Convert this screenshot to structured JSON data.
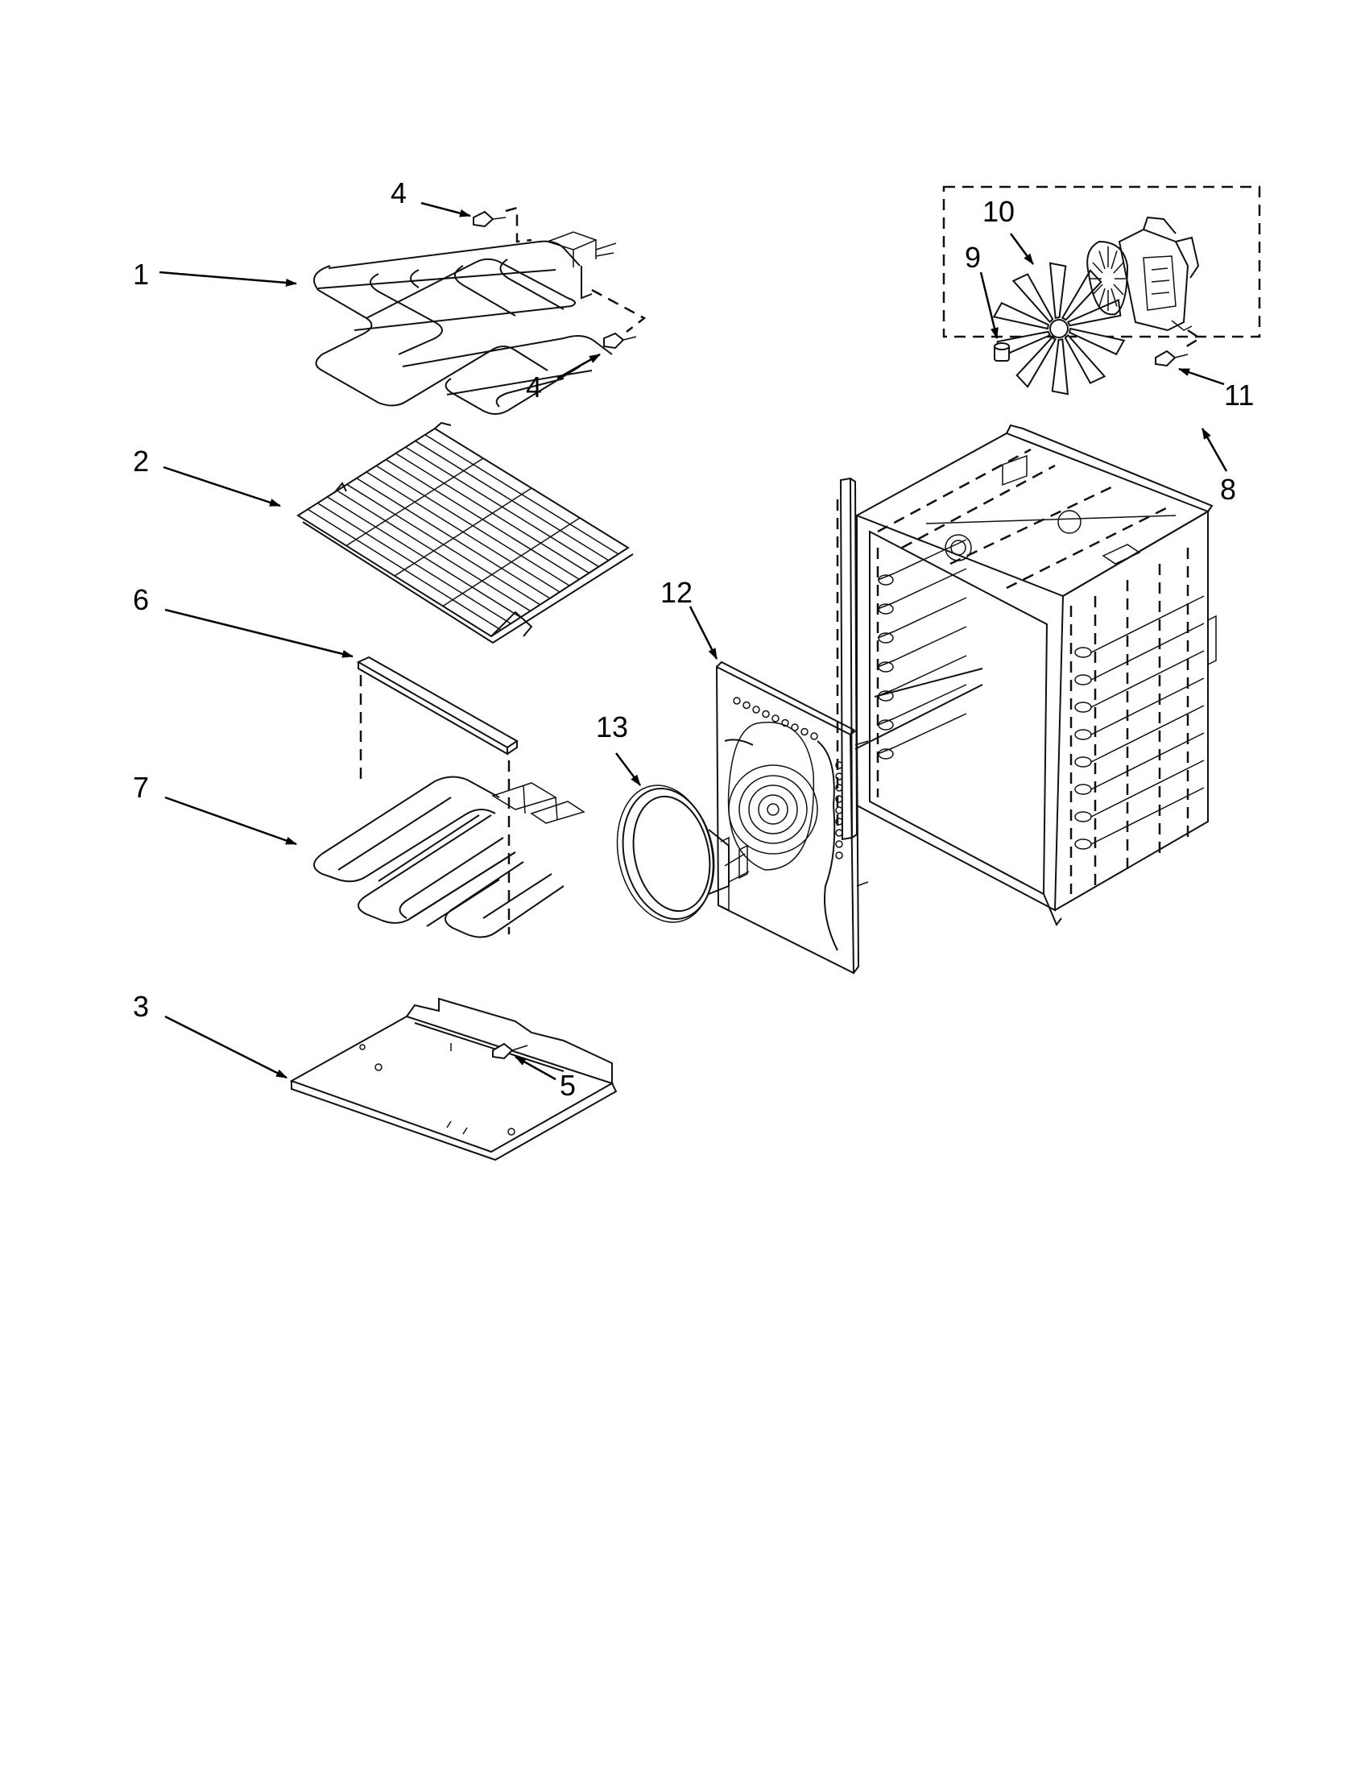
{
  "callouts": {
    "c1": "1",
    "c2": "2",
    "c3": "3",
    "c4a": "4",
    "c4b": "4",
    "c5": "5",
    "c6": "6",
    "c7": "7",
    "c8": "8",
    "c9": "9",
    "c10": "10",
    "c11": "11",
    "c12": "12",
    "c13": "13"
  },
  "colors": {
    "ink": "#111111",
    "background": "#ffffff"
  },
  "icons": [
    "bake-element",
    "oven-rack",
    "bottom-vent-panel",
    "screw",
    "element-shield",
    "convection-fan-blade",
    "fan-nut",
    "fan-motor",
    "convection-cover",
    "convection-element",
    "oven-cavity"
  ]
}
